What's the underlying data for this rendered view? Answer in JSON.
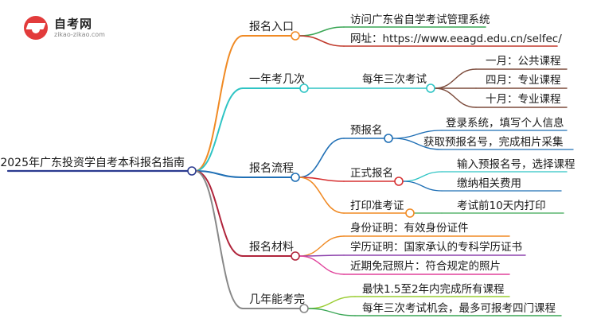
{
  "logo": {
    "title": "自考网",
    "subtitle": "zikao-zikao.com"
  },
  "root": {
    "label": "2025年广东投资学自考本科报名指南"
  },
  "branches": [
    {
      "label": "报名入口",
      "color": "#f08a24",
      "children": [
        {
          "label": "访问广东省自学考试管理系统",
          "color": "#3aa655"
        },
        {
          "label": "网址：https://www.eeagd.edu.cn/selfec/",
          "color": "#c0392b"
        }
      ]
    },
    {
      "label": "一年考几次",
      "color": "#2ec4c4",
      "children": [
        {
          "label": "每年三次考试",
          "color": "#2ec4c4",
          "children": [
            {
              "label": "一月：公共课程",
              "color": "#7b4a3a"
            },
            {
              "label": "四月：专业课程",
              "color": "#7b4a3a"
            },
            {
              "label": "十月：专业课程",
              "color": "#7b4a3a"
            }
          ]
        }
      ]
    },
    {
      "label": "报名流程",
      "color": "#1f6fb5",
      "children": [
        {
          "label": "预报名",
          "color": "#1f6fb5",
          "children": [
            {
              "label": "登录系统，填写个人信息",
              "color": "#1f6fb5"
            },
            {
              "label": "获取预报名号，完成相片采集",
              "color": "#1f6fb5"
            }
          ]
        },
        {
          "label": "正式报名",
          "color": "#d63031",
          "children": [
            {
              "label": "输入预报名号，选择课程",
              "color": "#2ec4c4"
            },
            {
              "label": "缴纳相关费用",
              "color": "#1f6fb5"
            }
          ]
        },
        {
          "label": "打印准考证",
          "color": "#f08a24",
          "children": [
            {
              "label": "考试前10天内打印",
              "color": "#3aa655"
            }
          ]
        }
      ]
    },
    {
      "label": "报名材料",
      "color": "#b0243b",
      "children": [
        {
          "label": "身份证明：有效身份证件",
          "color": "#f08a24"
        },
        {
          "label": "学历证明：国家承认的专科学历证书",
          "color": "#8e44ad"
        },
        {
          "label": "近期免冠照片：符合规定的照片",
          "color": "#e0409a"
        }
      ]
    },
    {
      "label": "几年能考完",
      "color": "#888888",
      "children": [
        {
          "label": "最快1.5至2年内完成所有课程",
          "color": "#9acd32"
        },
        {
          "label": "每年三次考试机会，最多可报考四门课程",
          "color": "#3aa655"
        }
      ]
    }
  ]
}
